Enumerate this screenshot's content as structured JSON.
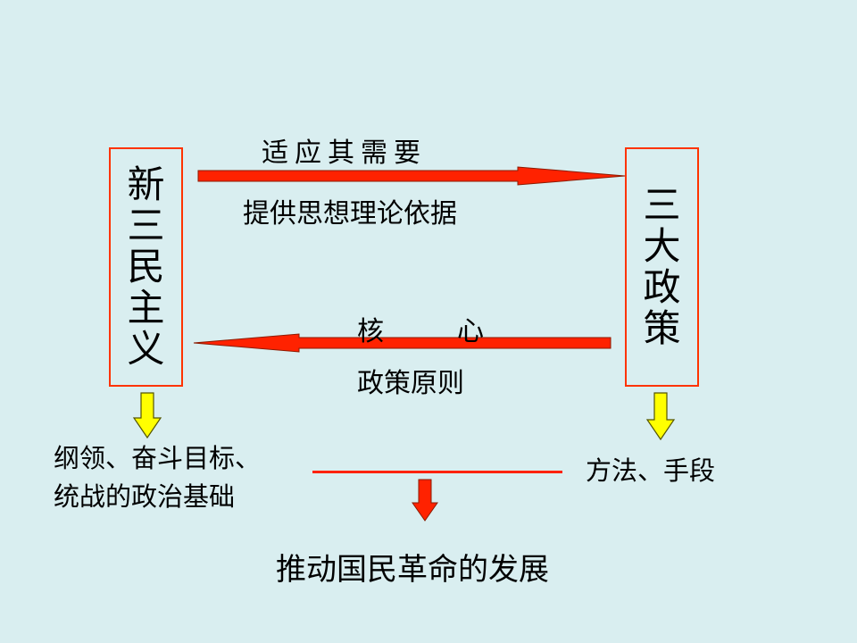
{
  "left_box": {
    "chars": [
      "新",
      "三",
      "民",
      "主",
      "义"
    ]
  },
  "right_box": {
    "chars": [
      "三",
      "大",
      "政",
      "策"
    ]
  },
  "top_arrow": {
    "label_above": "适应其需要",
    "label_below": "提供思想理论依据"
  },
  "bottom_arrow": {
    "label_above_left": "核",
    "label_above_right": "心",
    "label_below": "政策原则"
  },
  "left_result": {
    "line1": "纲领、奋斗目标、",
    "line2": "统战的政治基础"
  },
  "right_result": {
    "text": "方法、手段"
  },
  "conclusion": {
    "text": "推动国民革命的发展"
  },
  "colors": {
    "background": "#d9eef0",
    "box_border": "#ff3300",
    "arrow_red": "#ff2200",
    "arrow_yellow": "#ffff00",
    "text": "#000000"
  }
}
